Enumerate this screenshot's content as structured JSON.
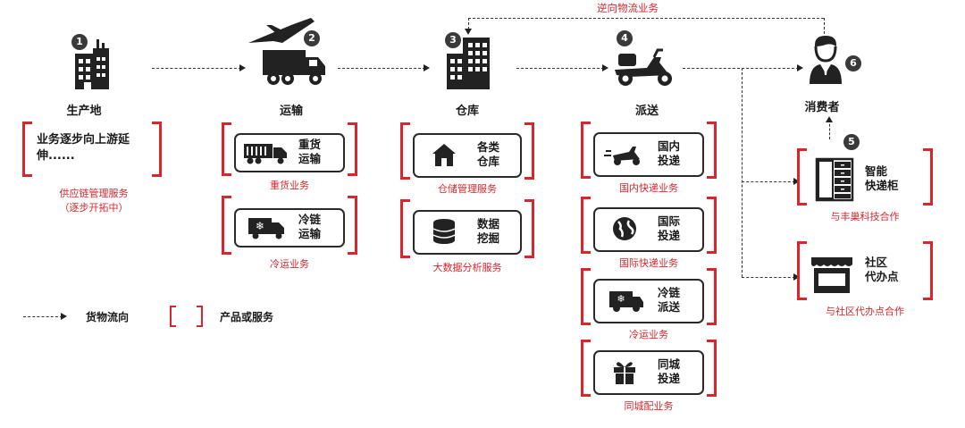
{
  "colors": {
    "accent": "#d9262c",
    "ink": "#222222"
  },
  "reverse_label": "逆向物流业务",
  "stages": {
    "s1": {
      "num": "1",
      "label": "生产地",
      "icon": "factory-icon"
    },
    "s2": {
      "num": "2",
      "label": "运输",
      "icon": "plane-truck-icon"
    },
    "s3": {
      "num": "3",
      "label": "仓库",
      "icon": "warehouse-icon"
    },
    "s4": {
      "num": "4",
      "label": "派送",
      "icon": "scooter-icon"
    },
    "s6": {
      "num": "6",
      "label": "消费者",
      "icon": "person-icon"
    }
  },
  "production_box": {
    "text": "业务逐步向上游延伸......",
    "cap1": "供应链管理服务",
    "cap2": "（逐步开拓中）"
  },
  "services": {
    "heavy": {
      "t1": "重货",
      "t2": "运输",
      "cap": "重货业务",
      "icon": "heavy-truck-icon"
    },
    "cold": {
      "t1": "冷链",
      "t2": "运输",
      "cap": "冷运业务",
      "icon": "refrigerated-truck-icon"
    },
    "warehouse": {
      "t1": "各类",
      "t2": "仓库",
      "cap": "仓储管理服务",
      "icon": "house-icon"
    },
    "data": {
      "t1": "数据",
      "t2": "挖掘",
      "cap": "大数据分析服务",
      "icon": "database-icon"
    },
    "domestic": {
      "t1": "国内",
      "t2": "投递",
      "cap": "国内快递业务",
      "icon": "courier-scooter-icon"
    },
    "intl": {
      "t1": "国际",
      "t2": "投递",
      "cap": "国际快递业务",
      "icon": "globe-icon"
    },
    "coldDel": {
      "t1": "冷链",
      "t2": "派送",
      "cap": "冷运业务",
      "icon": "refrigerated-van-icon"
    },
    "city": {
      "t1": "同城",
      "t2": "投递",
      "cap": "同城配业务",
      "icon": "gift-icon"
    },
    "locker": {
      "t1": "智能",
      "t2": "快递柜",
      "cap": "与丰巢科技合作",
      "num": "5",
      "icon": "locker-icon"
    },
    "community": {
      "t1": "社区",
      "t2": "代办点",
      "cap": "与社区代办点合作",
      "icon": "storefront-icon"
    }
  },
  "legend": {
    "flow": "货物流向",
    "product": "产品或服务"
  }
}
